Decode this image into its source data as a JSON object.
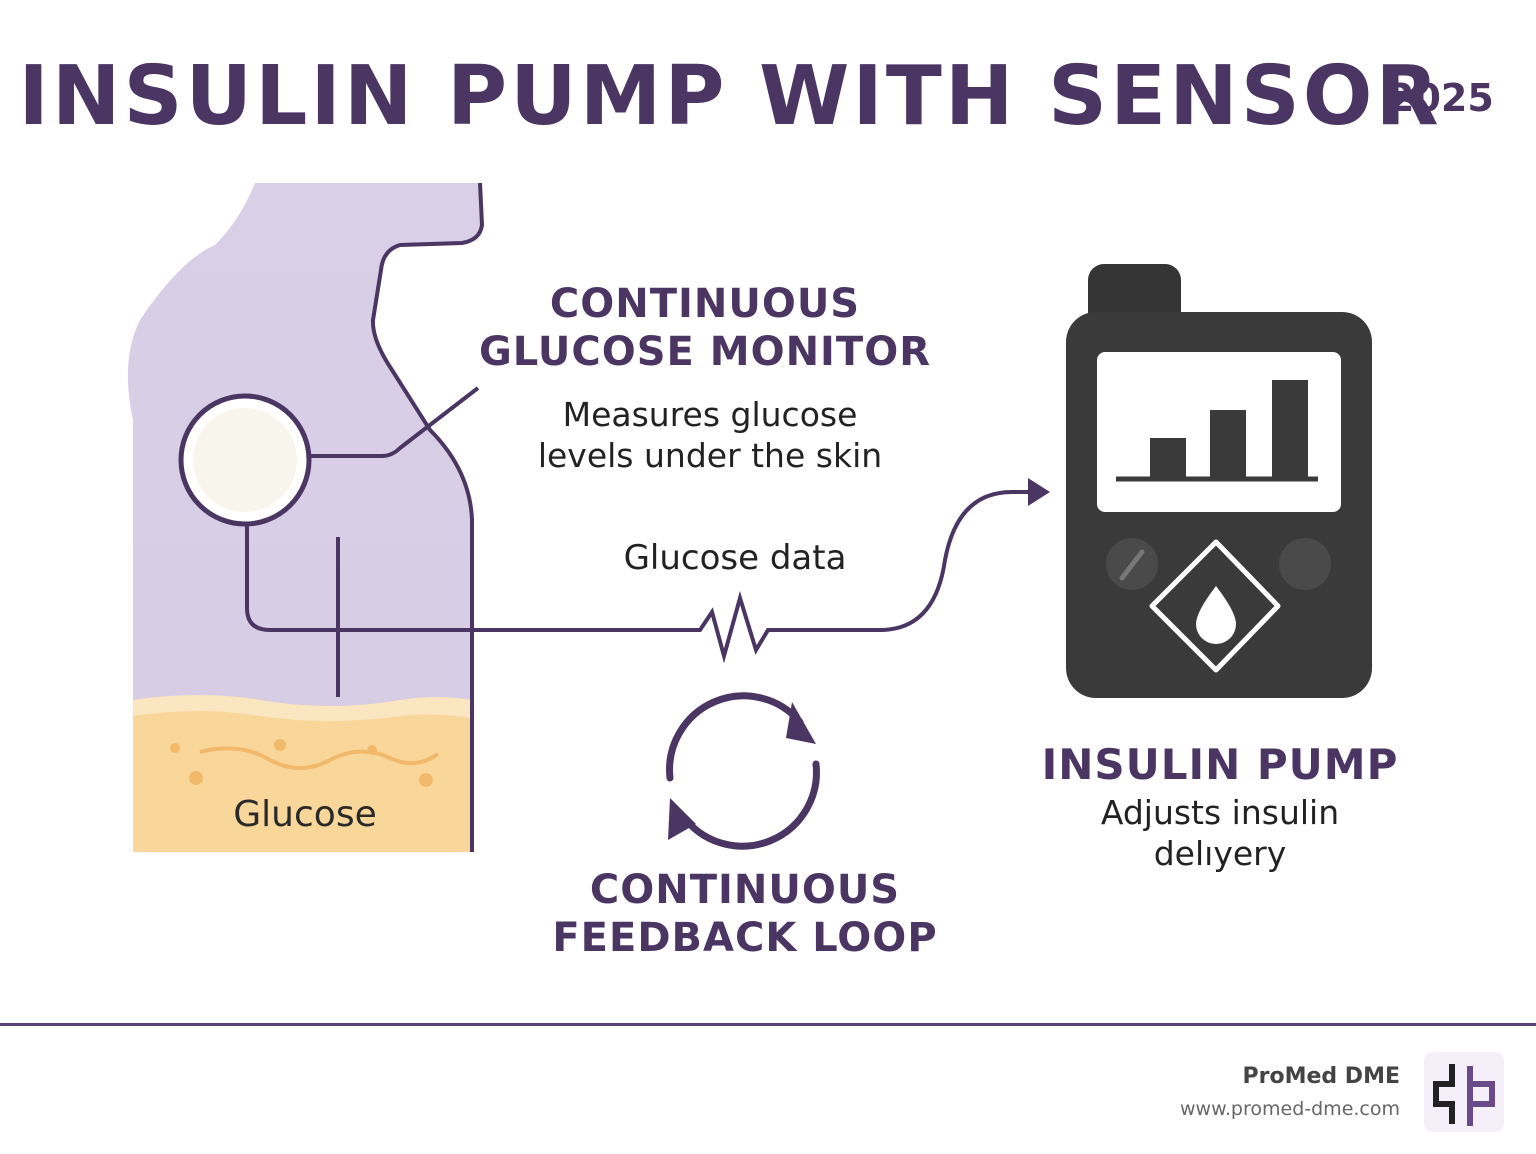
{
  "title": "INSULIN PUMP WITH SENSOR",
  "year": "2025",
  "cgm": {
    "heading_line1": "CONTINUOUS",
    "heading_line2": "GLUCOSE MONITOR",
    "desc_line1": "Measures glucose",
    "desc_line2": "levels under the skin"
  },
  "data_label": "Glucose data",
  "glucose_label": "Glucose",
  "loop": {
    "heading_line1": "CONTINUOUS",
    "heading_line2": "FEEDBACK LOOP"
  },
  "pump": {
    "heading": "INSULIN PUMP",
    "desc_line1": "Adjusts insulin",
    "desc_line2": "delıyery"
  },
  "footer": {
    "brand_name": "ProMed DME",
    "brand_url": "www.promed-dme.com"
  },
  "colors": {
    "accent": "#4a3563",
    "body_fill": "#dcd3e8",
    "skin_fill": "#f9d79a",
    "pump_body": "#3a3a3a"
  },
  "icons": {
    "sensor": "sensor-circle-icon",
    "pump_drop": "drop-icon",
    "loop": "cycle-arrows-icon",
    "screen_chart": "bar-chart-icon",
    "logo": "promed-logo-icon"
  }
}
